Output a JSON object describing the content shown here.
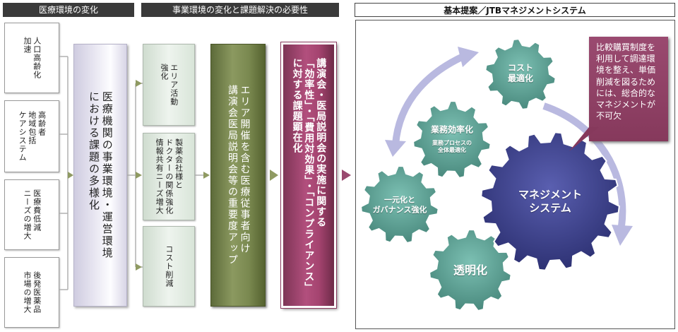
{
  "headers": {
    "col1": "医療環境の変化",
    "col2": "事業環境の変化と課題解決の必要性",
    "col3": "基本提案／JTBマネジメントシステム"
  },
  "changes": [
    {
      "label": "人口高齢化\n加速"
    },
    {
      "label": "高齢者\n地域包括\nケアシステム"
    },
    {
      "label": "医療費低減\nニーズの増大"
    },
    {
      "label": "後発医薬品\n市場の増大"
    }
  ],
  "summary_box": "医療機関の事業環境・運営環境\nにおける課題の多様化",
  "challenges": [
    {
      "label": "エリア活動\n強化"
    },
    {
      "label": "製薬会社様と\nドクターの関係強化\n情報共有ニーズ増大"
    },
    {
      "label": "コスト削減"
    }
  ],
  "importance_box": "エリア開催を含む医療従事者向け\n講演会医局説明会等の重要度アップ",
  "issues_box": "講演会・医局説明会の実施に関する\n「効率性」・「費用対効果」・「コンプライアンス」\nに対する課題顕在化",
  "gears": {
    "cost": "コスト\n最適化",
    "efficiency_title": "業務効率化",
    "efficiency_sub": "業務プロセスの\n全体最適化",
    "governance": "一元化と\nガバナンス強化",
    "transparency": "透明化",
    "management": "マネジメント\nシステム"
  },
  "callout": "比較購買制度を\n利用して調達環\n境を整え、単価\n削減を図るため\nには、総合的な\nマネジメントが\n不可欠",
  "colors": {
    "gear_teal": "#5a9a8e",
    "gear_navy": "#3b3f8a",
    "arrow_lavender": "#b9b9e0",
    "plum": "#9a4a70",
    "olive": "#7a8950"
  }
}
